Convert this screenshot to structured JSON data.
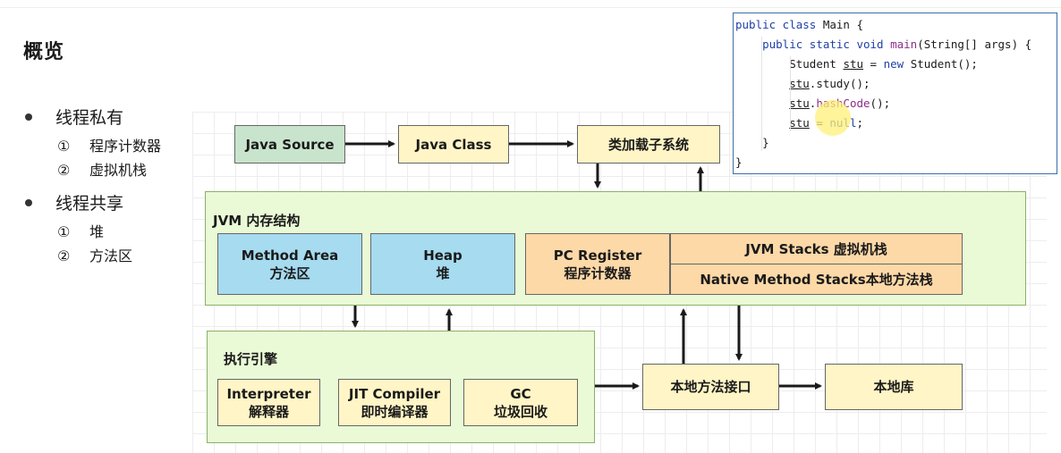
{
  "page": {
    "title": "概览",
    "bullets": [
      {
        "label": "线程私有",
        "items": [
          {
            "num": "①",
            "text": "程序计数器"
          },
          {
            "num": "②",
            "text": "虚拟机栈"
          }
        ]
      },
      {
        "label": "线程共享",
        "items": [
          {
            "num": "①",
            "text": "堆"
          },
          {
            "num": "②",
            "text": "方法区"
          }
        ]
      }
    ]
  },
  "diagram": {
    "java_source": "Java Source",
    "java_class": "Java Class",
    "class_loader": "类加载子系统",
    "jvm_memory": {
      "label": "JVM 内存结构",
      "method_area": {
        "en": "Method Area",
        "zh": "方法区"
      },
      "heap": {
        "en": "Heap",
        "zh": "堆"
      },
      "pc_register": {
        "en": "PC Register",
        "zh": "程序计数器"
      },
      "jvm_stacks": "JVM Stacks 虚拟机栈",
      "native_stacks": "Native Method Stacks本地方法栈"
    },
    "engine": {
      "label": "执行引擎",
      "interpreter": {
        "en": "Interpreter",
        "zh": "解释器"
      },
      "jit": {
        "en": "JIT Compiler",
        "zh": "即时编译器"
      },
      "gc": {
        "en": "GC",
        "zh": "垃圾回收"
      }
    },
    "native_interface": "本地方法接口",
    "native_library": "本地库"
  },
  "code": {
    "l1_kw": "public class",
    "l1_rest": " Main {",
    "l2_kw": "public static void",
    "l2_fn": "main",
    "l2_rest": "(String[] args) {",
    "l3_a": "Student ",
    "l3_var": "stu",
    "l3_b": " = ",
    "l3_kw": "new",
    "l3_c": " Student();",
    "l4_var": "stu",
    "l4_rest": ".study();",
    "l5_var": "stu",
    "l5_dot": ".",
    "l5_fn": "hashCode",
    "l5_rest": "();",
    "l6_var": "stu",
    "l6_b": " = ",
    "l6_kw": "null",
    "l6_rest": ";",
    "l7": "}",
    "l8": "}"
  }
}
